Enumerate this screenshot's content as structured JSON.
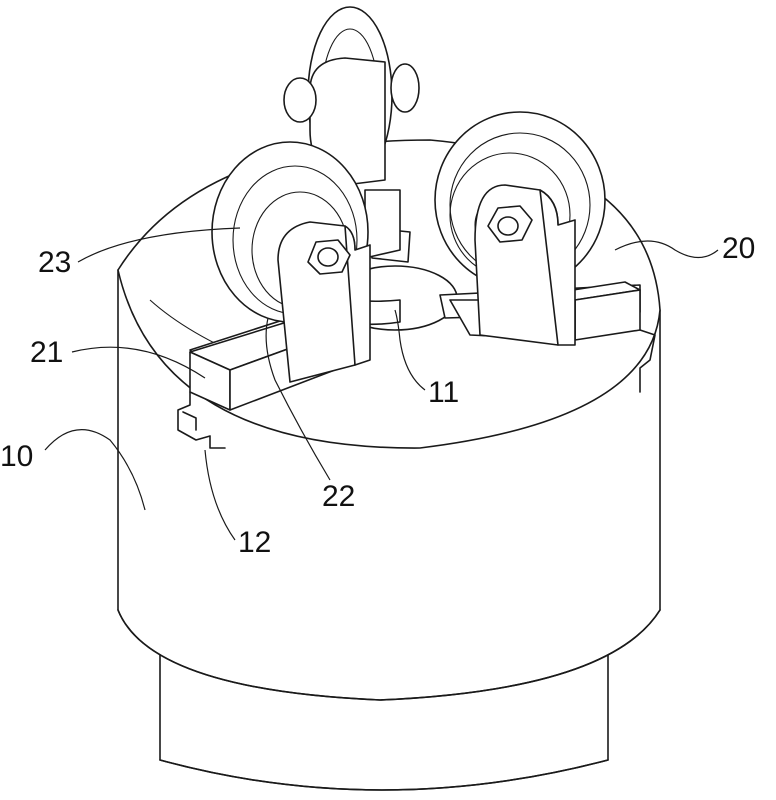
{
  "figure": {
    "reference_numerals": [
      {
        "id": "ref-23",
        "text": "23"
      },
      {
        "id": "ref-21",
        "text": "21"
      },
      {
        "id": "ref-10",
        "text": "10"
      },
      {
        "id": "ref-11",
        "text": "11"
      },
      {
        "id": "ref-22",
        "text": "22"
      },
      {
        "id": "ref-12",
        "text": "12"
      },
      {
        "id": "ref-20",
        "text": "20"
      }
    ]
  }
}
